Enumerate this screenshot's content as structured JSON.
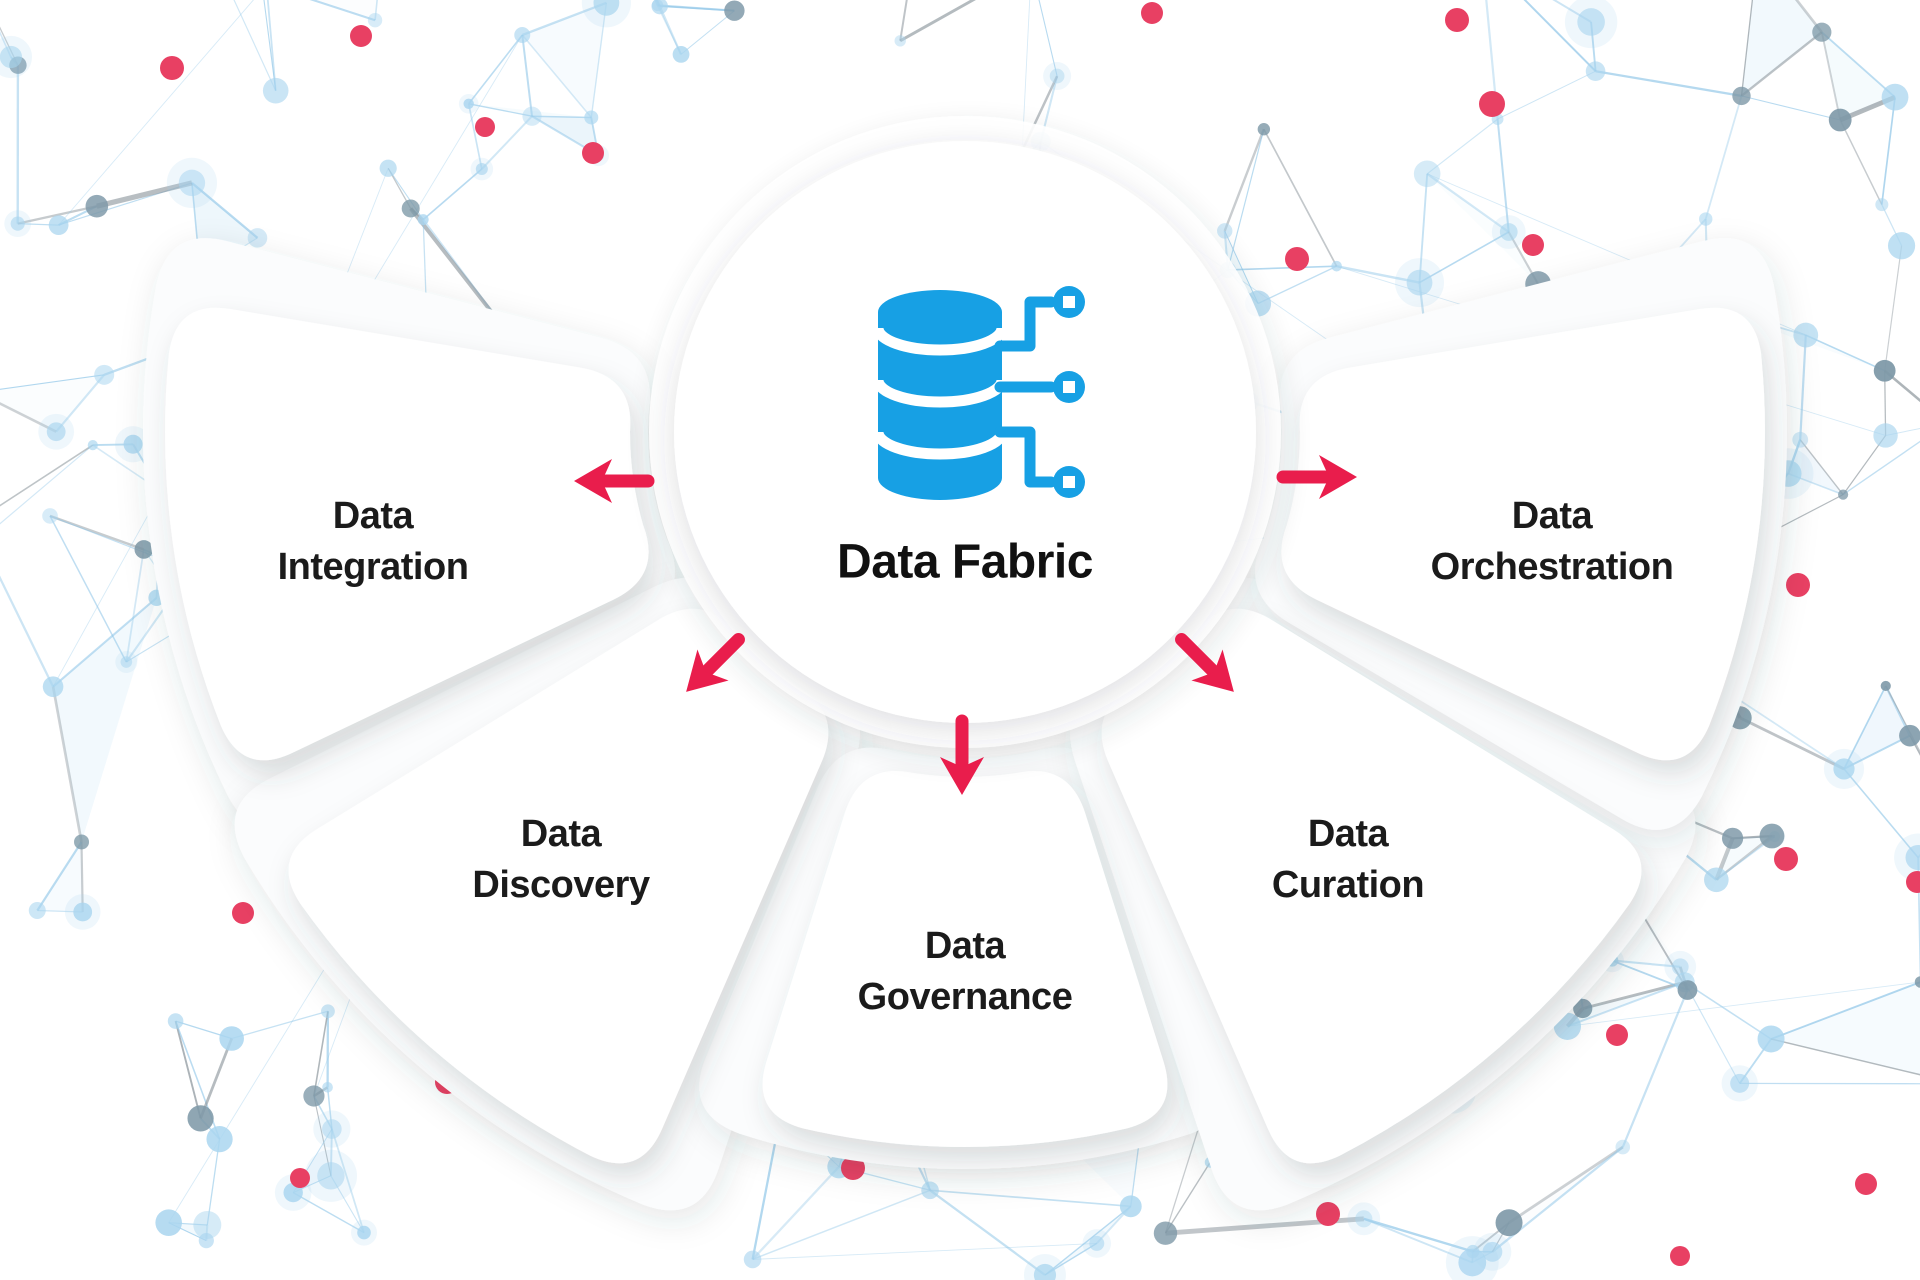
{
  "center": {
    "label": "Data Fabric",
    "icon": "database-connections-icon"
  },
  "cards": [
    {
      "id": "data-integration",
      "line1": "Data",
      "line2": "Integration"
    },
    {
      "id": "data-discovery",
      "line1": "Data",
      "line2": "Discovery"
    },
    {
      "id": "data-governance",
      "line1": "Data",
      "line2": "Governance"
    },
    {
      "id": "data-curation",
      "line1": "Data",
      "line2": "Curation"
    },
    {
      "id": "data-orchestration",
      "line1": "Data",
      "line2": "Orchestration"
    }
  ],
  "colors": {
    "icon_blue": "#17A0E4",
    "arrow_red": "#E91D4C",
    "text_dark": "#1B1B1B",
    "card_white": "#FFFFFF",
    "mesh_blue_node": "#A9D5EF",
    "mesh_blue_line": "#8FC6E8",
    "mesh_pale_fill": "#CFE9F7",
    "mesh_gray_node": "#7E99A8",
    "mesh_gray_line": "#8A949B",
    "mesh_red_dot": "#E84063"
  }
}
